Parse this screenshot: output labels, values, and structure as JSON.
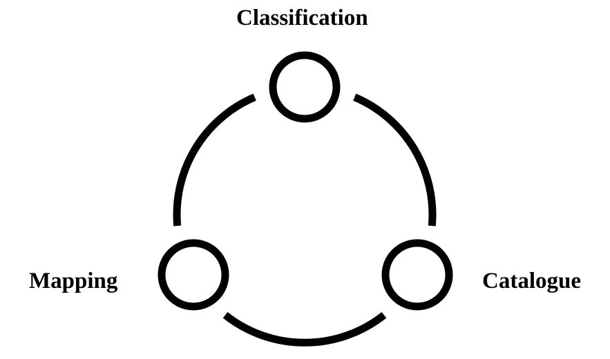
{
  "diagram": {
    "nodes": [
      {
        "id": "classification",
        "label": "Classification"
      },
      {
        "id": "mapping",
        "label": "Mapping"
      },
      {
        "id": "catalogue",
        "label": "Catalogue"
      }
    ],
    "colors": {
      "stroke": "#000000",
      "background": "#ffffff",
      "text": "#000000"
    }
  }
}
